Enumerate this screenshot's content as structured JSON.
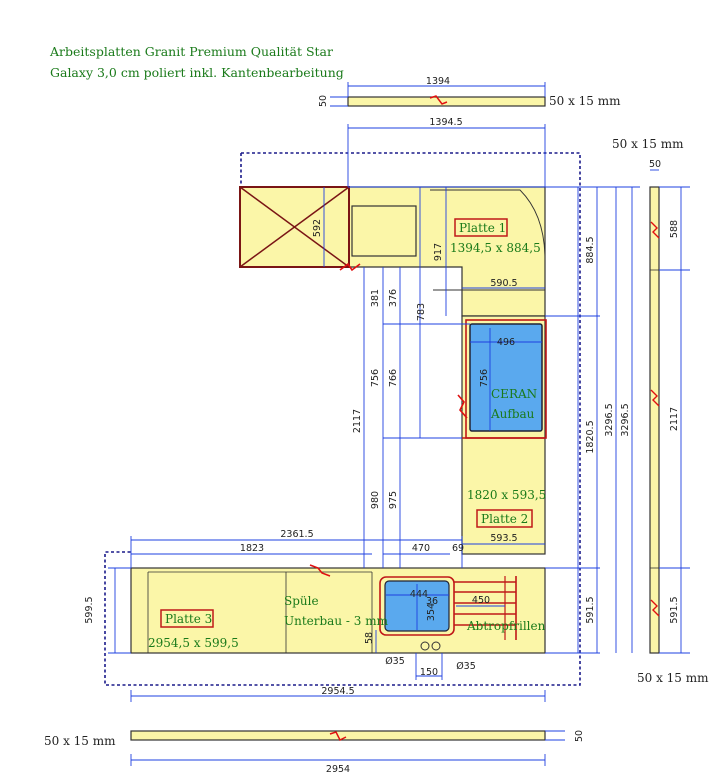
{
  "title": {
    "line1": "Arbeitsplatten Granit Premium Qualität Star",
    "line2": "Galaxy 3,0 cm poliert inkl. Kantenbearbeitung"
  },
  "strip_labels": {
    "top": "50 x 15 mm",
    "right": "50 x 15 mm",
    "right_bottom": "50 x 15 mm",
    "bottom": "50 x 15 mm"
  },
  "plates": {
    "p1": {
      "name": "Platte 1",
      "size": "1394,5 x 884,5"
    },
    "p2": {
      "name": "Platte 2",
      "size": "1820 x 593,5"
    },
    "p3": {
      "name": "Platte 3",
      "size": "2954,5 x 599,5"
    }
  },
  "labels": {
    "ceran1": "CERAN",
    "ceran2": "Aufbau",
    "sink1": "Spüle",
    "sink2": "Unterbau - 3 mm",
    "drain": "Abtropfrillen"
  },
  "dims": {
    "top_strip_len": "1394",
    "top_strip_h": "50",
    "p1_width": "1394.5",
    "d592": "592",
    "d917": "917",
    "d590_5": "590.5",
    "d884_5": "884.5",
    "d3296_5a": "3296.5",
    "d3296_5b": "3296.5",
    "d381": "381",
    "d376": "376",
    "d783": "783",
    "d496": "496",
    "d756a": "756",
    "d756b": "756",
    "d766": "766",
    "d2117": "2117",
    "d1820_5": "1820.5",
    "d980": "980",
    "d975": "975",
    "d593_5": "593.5",
    "d2361_5": "2361.5",
    "d1823": "1823",
    "d470": "470",
    "d69": "69",
    "d599_5": "599.5",
    "d591_5": "591.5",
    "d444": "444",
    "d450": "450",
    "d354": "354",
    "d58": "58",
    "d150": "150",
    "d36": "36",
    "d35a": "Ø35",
    "d35b": "Ø35",
    "d2954_5": "2954.5",
    "strip_right_w": "50",
    "strip_right_588": "588",
    "strip_right_2117": "2117",
    "strip_right_591_5": "591.5",
    "bottom_strip_h": "50",
    "bottom_strip_len": "2954"
  },
  "colors": {
    "stone": "#fbf6a8",
    "ceran": "#5aa9ee",
    "sink": "#5aa9ee",
    "dimension": "#1e40e0",
    "outline_dashed": "#1a1a8a",
    "highlight": "#c01818",
    "label_text": "#1a7a1a"
  }
}
